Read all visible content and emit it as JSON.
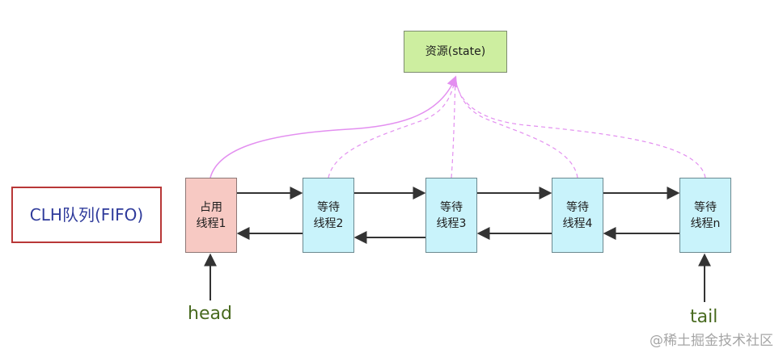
{
  "resource": {
    "label": "资源(state)"
  },
  "queue": {
    "label": "CLH队列(FIFO)"
  },
  "nodes": [
    {
      "line1": "占用",
      "line2": "线程1"
    },
    {
      "line1": "等待",
      "line2": "线程2"
    },
    {
      "line1": "等待",
      "line2": "线程3"
    },
    {
      "line1": "等待",
      "line2": "线程4"
    },
    {
      "line1": "等待",
      "line2": "线程n"
    }
  ],
  "pointers": {
    "head": "head",
    "tail": "tail"
  },
  "watermark": "@稀土掘金技术社区",
  "colors": {
    "resource_fill": "#cdeea0",
    "owner_fill": "#f7c9c3",
    "waiting_fill": "#c9f3fb",
    "queue_border": "#b83737",
    "queue_text": "#2f3b9b",
    "pointer_text": "#486a1f",
    "curve_pink": "#e38ff0",
    "arrow_dark": "#333333"
  },
  "icons": {
    "owner_link": "solid-curve",
    "waiting_links": "dashed-curve",
    "queue_links": "bidirectional-arrows",
    "head_pointer": "up-arrow",
    "tail_pointer": "up-arrow"
  }
}
